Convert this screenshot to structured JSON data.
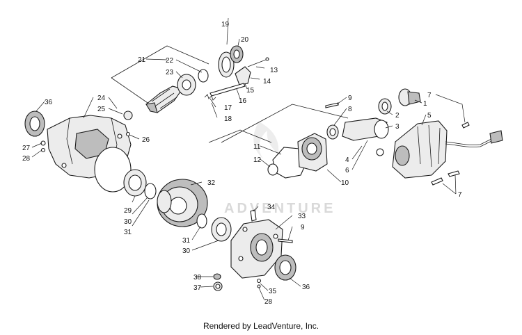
{
  "footer": "Rendered by LeadVenture, Inc.",
  "watermark": "ADVENTURE",
  "callouts": {
    "c1": "1",
    "c2": "2",
    "c3": "3",
    "c4": "4",
    "c5": "5",
    "c6": "6",
    "c7a": "7",
    "c7b": "7",
    "c8": "8",
    "c9a": "9",
    "c9b": "9",
    "c10": "10",
    "c11": "11",
    "c12": "12",
    "c13": "13",
    "c14": "14",
    "c15": "15",
    "c16": "16",
    "c17": "17",
    "c18": "18",
    "c19": "19",
    "c20": "20",
    "c21": "21",
    "c22": "22",
    "c23": "23",
    "c24": "24",
    "c25": "25",
    "c26": "26",
    "c27": "27",
    "c28a": "28",
    "c28b": "28",
    "c29": "29",
    "c30a": "30",
    "c30b": "30",
    "c31a": "31",
    "c31b": "31",
    "c32": "32",
    "c33": "33",
    "c34": "34",
    "c35": "35",
    "c36a": "36",
    "c36b": "36",
    "c37": "37",
    "c38": "38"
  }
}
